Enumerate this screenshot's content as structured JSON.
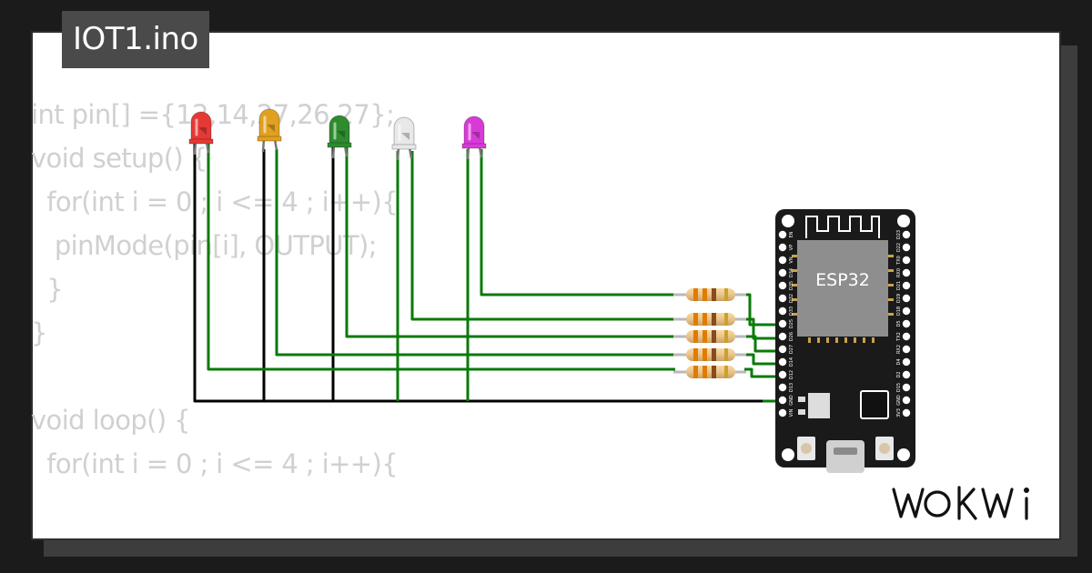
{
  "project": {
    "title": "IOT1.ino"
  },
  "code_lines": [
    "int pin[] ={12,14,27,26,27};",
    "void setup() {",
    "  for(int i = 0 ; i <= 4 ; i++){",
    "   pinMode(pin[i], OUTPUT);",
    "  }",
    "}",
    "",
    "void loop() {",
    "  for(int i = 0 ; i <= 4 ; i++){"
  ],
  "board": {
    "chip_label": "ESP32",
    "left_pins": [
      "EN",
      "VP",
      "VN",
      "D34",
      "D35",
      "D32",
      "D33",
      "D25",
      "D26",
      "D27",
      "D14",
      "D12",
      "D13",
      "GND",
      "VIN"
    ],
    "right_pins": [
      "D23",
      "D22",
      "TX0",
      "RX0",
      "D21",
      "D19",
      "D18",
      "D5",
      "TX2",
      "RX2",
      "D4",
      "D2",
      "D15",
      "GND",
      "3V3"
    ]
  },
  "leds": [
    {
      "name": "red-led",
      "color": "#e53935"
    },
    {
      "name": "yellow-led",
      "color": "#e0a020"
    },
    {
      "name": "green-led",
      "color": "#2e8b2e"
    },
    {
      "name": "white-led",
      "color": "#e8e8e8"
    },
    {
      "name": "magenta-led",
      "color": "#d83ad8"
    }
  ],
  "colors": {
    "wire_signal": "#0a7a0a",
    "wire_ground": "#000000",
    "board": "#1a1a1a",
    "code_text": "#d0d0d0"
  },
  "brand": {
    "logo_text": "WOKWI"
  }
}
